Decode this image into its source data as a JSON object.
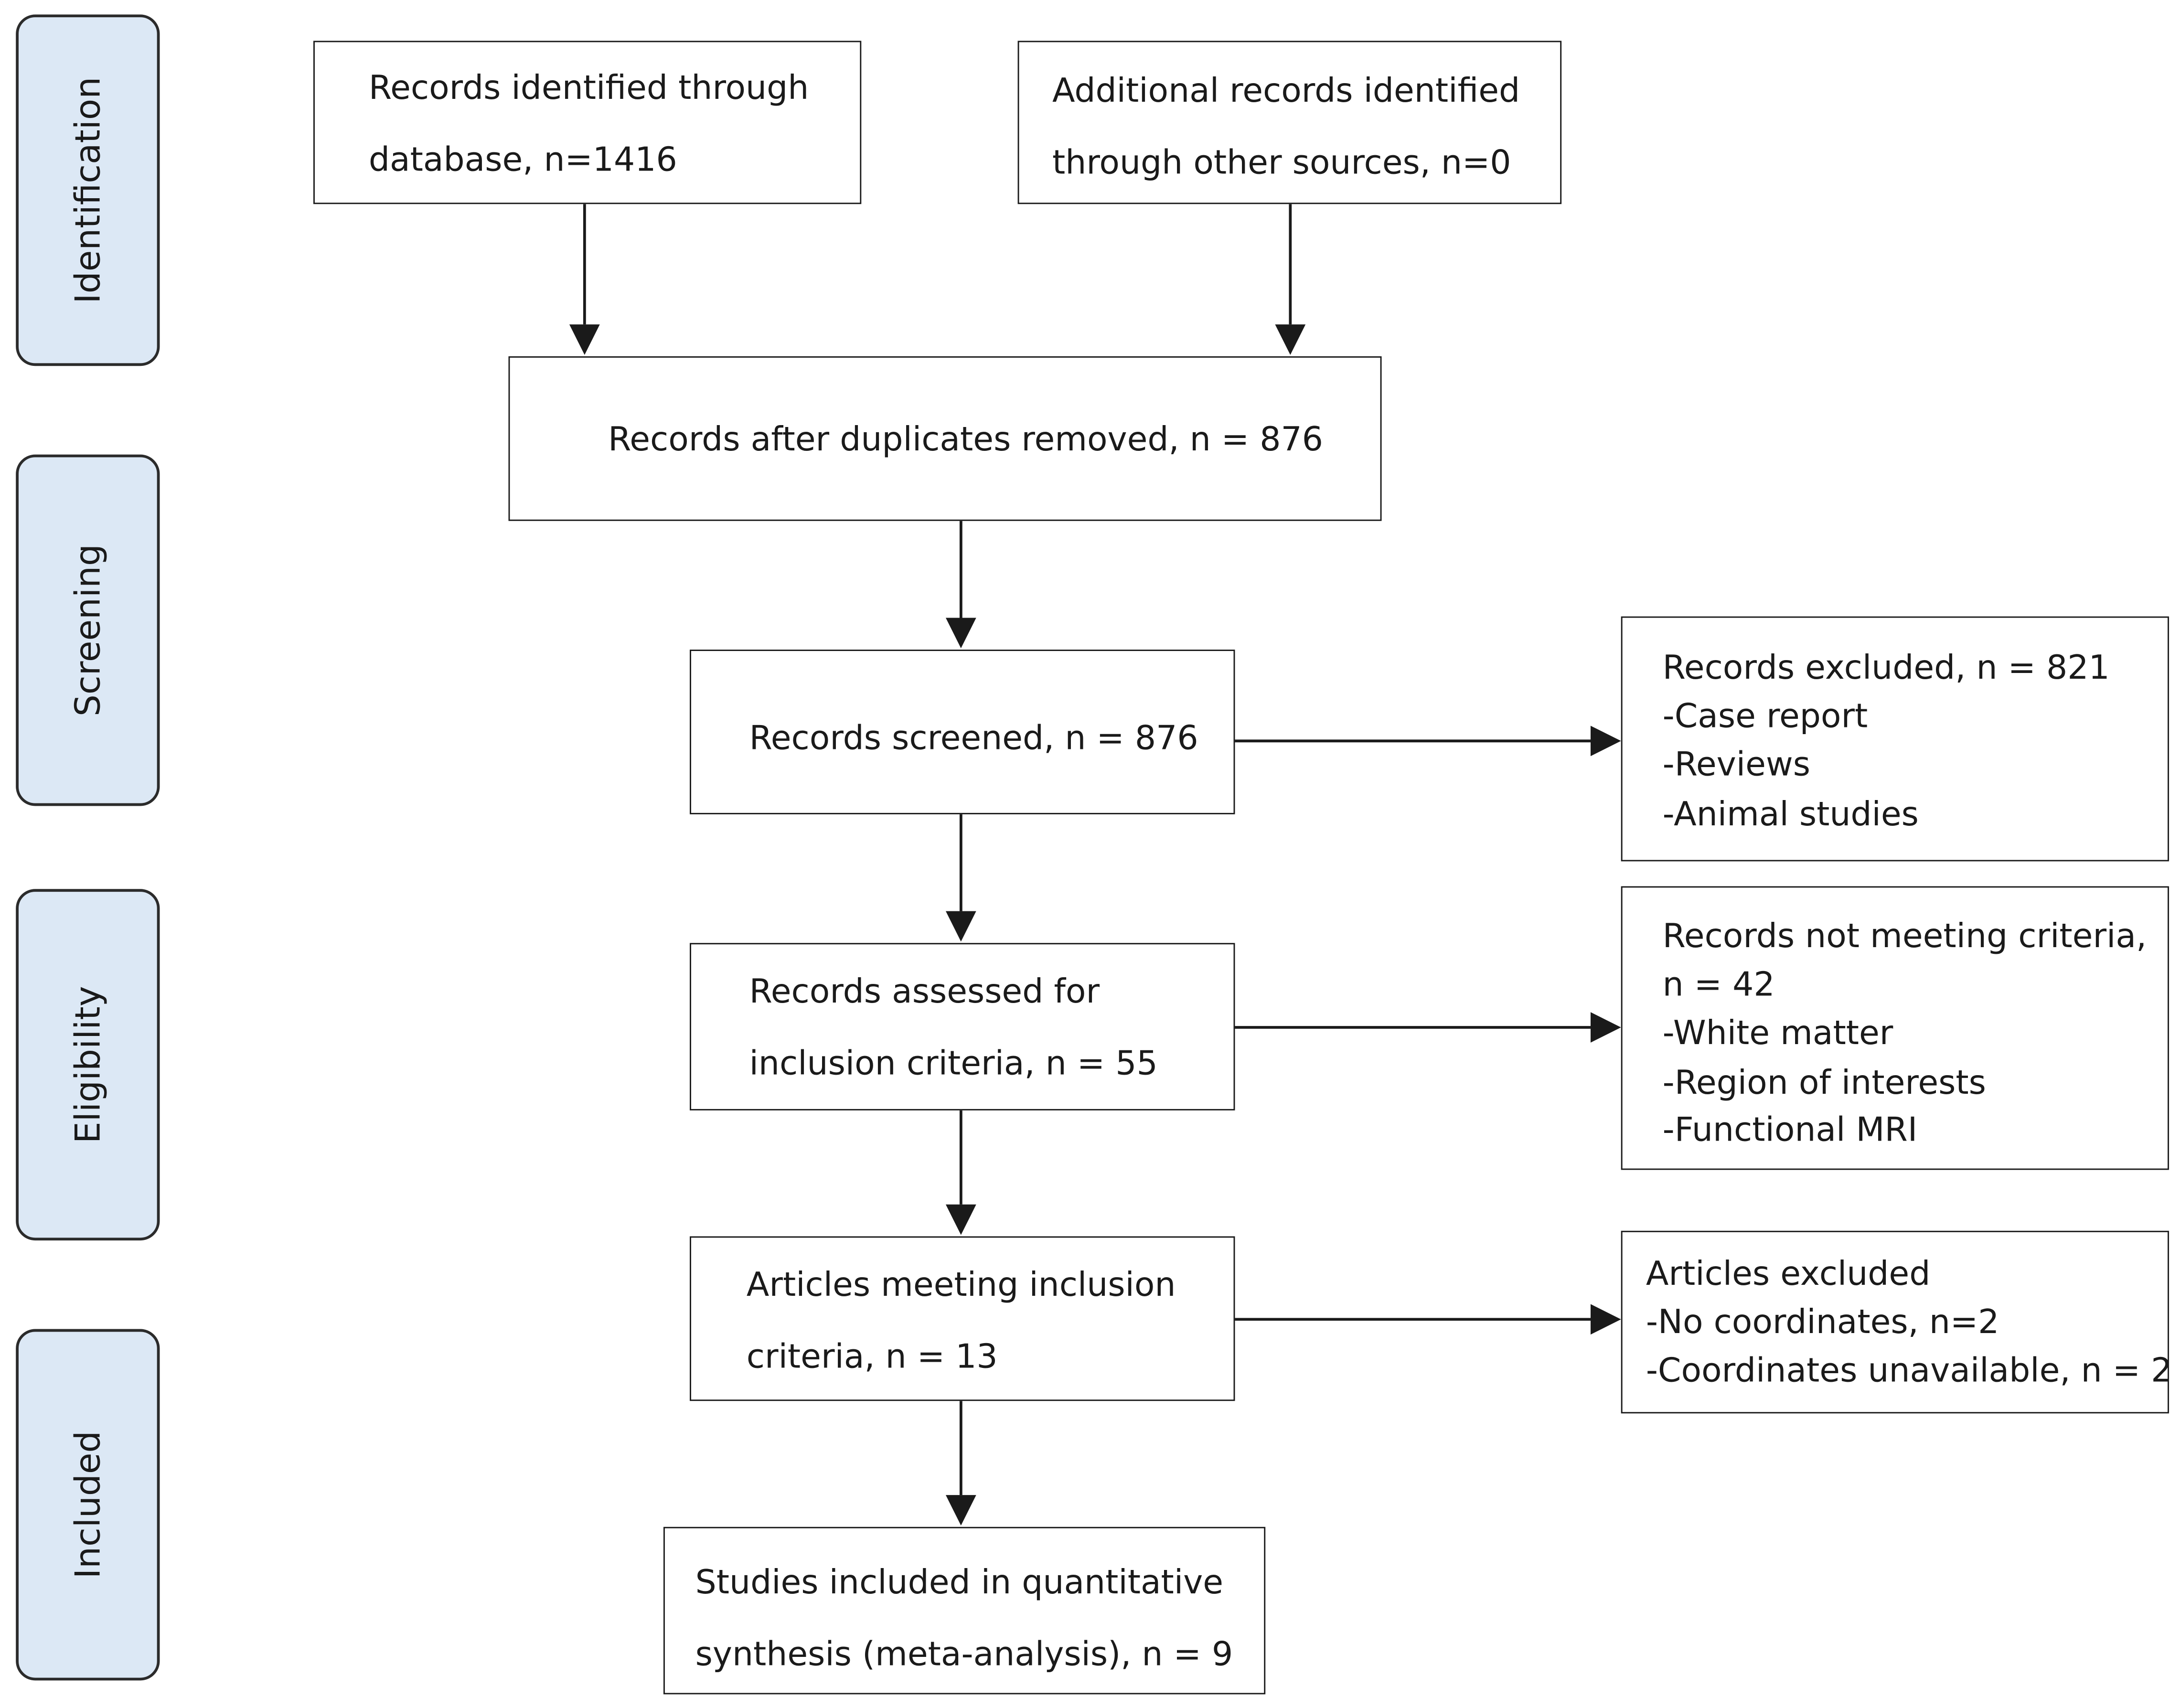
{
  "phases": [
    {
      "id": "identification",
      "label": "Identification"
    },
    {
      "id": "screening",
      "label": "Screening"
    },
    {
      "id": "eligibility",
      "label": "Eligibility"
    },
    {
      "id": "included",
      "label": "Included"
    }
  ],
  "boxes": {
    "database": {
      "lines": [
        "Records identified through",
        "database, n=1416"
      ]
    },
    "other_sources": {
      "lines": [
        "Additional records identified",
        "through other sources, n=0"
      ]
    },
    "duplicates_removed": {
      "lines": [
        "Records after duplicates removed, n = 876"
      ]
    },
    "screened": {
      "lines": [
        "Records screened, n = 876"
      ]
    },
    "excluded": {
      "lines": [
        "Records excluded, n = 821",
        "-Case report",
        "-Reviews",
        "-Animal studies"
      ]
    },
    "assessed": {
      "lines": [
        "Records assessed for",
        "inclusion criteria, n = 55"
      ]
    },
    "not_meeting": {
      "lines": [
        "Records not meeting criteria,",
        "n = 42",
        "-White matter",
        "-Region of interests",
        "-Functional MRI"
      ]
    },
    "meeting": {
      "lines": [
        "Articles meeting inclusion",
        "criteria, n = 13"
      ]
    },
    "articles_excluded": {
      "lines": [
        "Articles excluded",
        "-No coordinates, n=2",
        "-Coordinates unavailable, n = 2"
      ]
    },
    "included": {
      "lines": [
        "Studies included in quantitative",
        "synthesis (meta-analysis), n = 9"
      ]
    }
  },
  "colors": {
    "phase_fill": "#dce8f5",
    "stroke": "#1a1a1a"
  }
}
